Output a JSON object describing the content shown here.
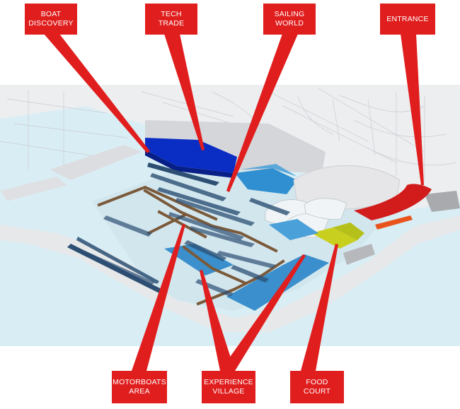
{
  "colors": {
    "label_bg": "#e01e1e",
    "label_text": "#ffffff",
    "pointer": "#e01e1e",
    "water": "#d6ecf2",
    "land": "#e4e5e7",
    "tech_trade_hall": "#0a2ec4",
    "sailing_world_hall": "#2f8fd0",
    "experience_village": "#3a8fcc",
    "food_court": "#c8cf1e",
    "pontoon": "#7a5a3a",
    "boats": "#2c4f73",
    "entrance": "#d21c1c"
  },
  "labels": [
    {
      "id": "boat-discovery",
      "icon": "none",
      "lines": [
        "BOAT",
        "DISCOVERY"
      ]
    },
    {
      "id": "tech-trade",
      "icon": "none",
      "lines": [
        "TECH",
        "TRADE"
      ]
    },
    {
      "id": "sailing-world",
      "icon": "none",
      "lines": [
        "SAILING",
        "WORLD"
      ]
    },
    {
      "id": "entrance",
      "icon": "none",
      "lines": [
        "ENTRANCE"
      ]
    },
    {
      "id": "motorboats-area",
      "icon": "none",
      "lines": [
        "MOTORBOATS",
        "AREA"
      ]
    },
    {
      "id": "experience-village",
      "icon": "none",
      "lines": [
        "EXPERIENCE",
        "VILLAGE"
      ]
    },
    {
      "id": "food-court",
      "icon": "none",
      "lines": [
        "FOOD",
        "COURT"
      ]
    }
  ]
}
